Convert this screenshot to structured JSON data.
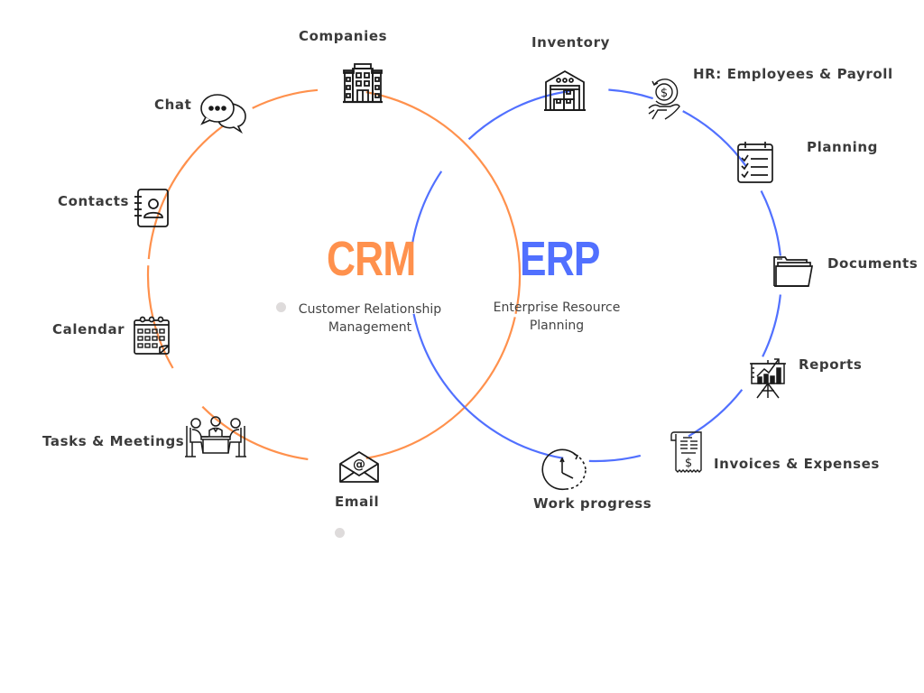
{
  "colors": {
    "crm": "#FF914D",
    "erp": "#5170FF",
    "label": "#3b3b3b",
    "icon": "#1a1a1a",
    "dot": "#dedbdb"
  },
  "crm": {
    "title": "CRM",
    "subtitle_line1": "Customer Relationship",
    "subtitle_line2": "Management",
    "items": [
      {
        "label": "Companies",
        "icon": "building-icon"
      },
      {
        "label": "Chat",
        "icon": "chat-bubbles-icon"
      },
      {
        "label": "Contacts",
        "icon": "address-book-icon"
      },
      {
        "label": "Calendar",
        "icon": "calendar-icon"
      },
      {
        "label": "Tasks & Meetings",
        "icon": "meeting-table-icon"
      },
      {
        "label": "Email",
        "icon": "email-envelope-icon"
      }
    ]
  },
  "erp": {
    "title": "ERP",
    "subtitle_line1": "Enterprise Resource",
    "subtitle_line2": "Planning",
    "items": [
      {
        "label": "Inventory",
        "icon": "warehouse-icon"
      },
      {
        "label": "HR: Employees & Payroll",
        "icon": "salary-hand-icon"
      },
      {
        "label": "Planning",
        "icon": "checklist-calendar-icon"
      },
      {
        "label": "Documents",
        "icon": "folder-icon"
      },
      {
        "label": "Reports",
        "icon": "chart-presentation-icon"
      },
      {
        "label": "Invoices & Expenses",
        "icon": "receipt-icon"
      },
      {
        "label": "Work progress",
        "icon": "clock-progress-icon"
      }
    ]
  }
}
